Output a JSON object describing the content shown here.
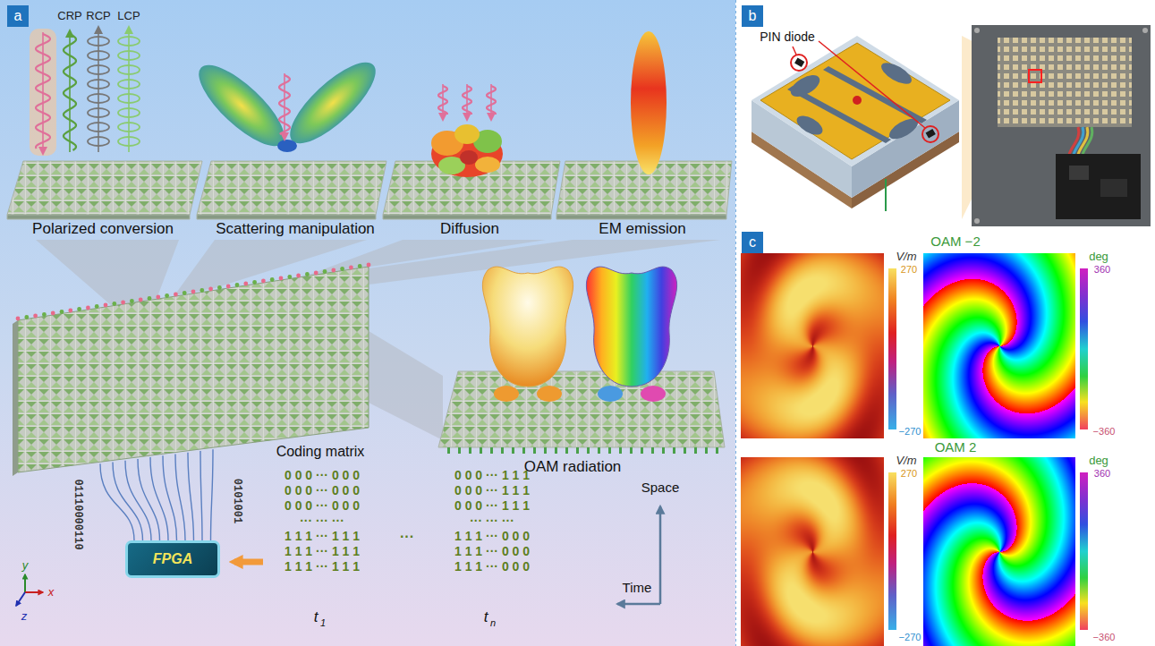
{
  "diagram": {
    "nodes": [
      {
        "text": [
          "a"
        ]
      },
      {
        "text": [
          "FPGA"
        ]
      },
      {
        "text": [
          "b"
        ]
      },
      {
        "text": [
          "c"
        ]
      }
    ],
    "labels": [
      "CRP",
      "RCP",
      "LCP",
      "Polarized conversion",
      "Scattering manipulation",
      "Diffusion",
      "EM emission",
      "OAM radiation",
      "y",
      "x",
      "z",
      "01110000110",
      "0101001",
      "Coding matrix",
      "0 0 0 ··· 0 0 0",
      "0 0 0 ··· 0 0 0",
      "0 0 0 ··· 0 0 0",
      "··· ··· ···",
      "1 1 1 ··· 1 1 1",
      "1 1 1 ··· 1 1 1",
      "1 1 1 ··· 1 1 1",
      "···",
      "0 0 0 ··· 1 1 1",
      "0 0 0 ··· 1 1 1",
      "0 0 0 ··· 1 1 1",
      "··· ··· ···",
      "1 1 1 ··· 0 0 0",
      "1 1 1 ··· 0 0 0",
      "1 1 1 ··· 0 0 0",
      "t",
      "1",
      "t",
      "n",
      "Space",
      "Time",
      "PIN diode",
      "OAM −2",
      "V/m",
      "270",
      "−270",
      "deg",
      "360",
      "−360",
      "OAM 2",
      "V/m",
      "270",
      "−270",
      "deg",
      "360",
      "−360"
    ]
  }
}
